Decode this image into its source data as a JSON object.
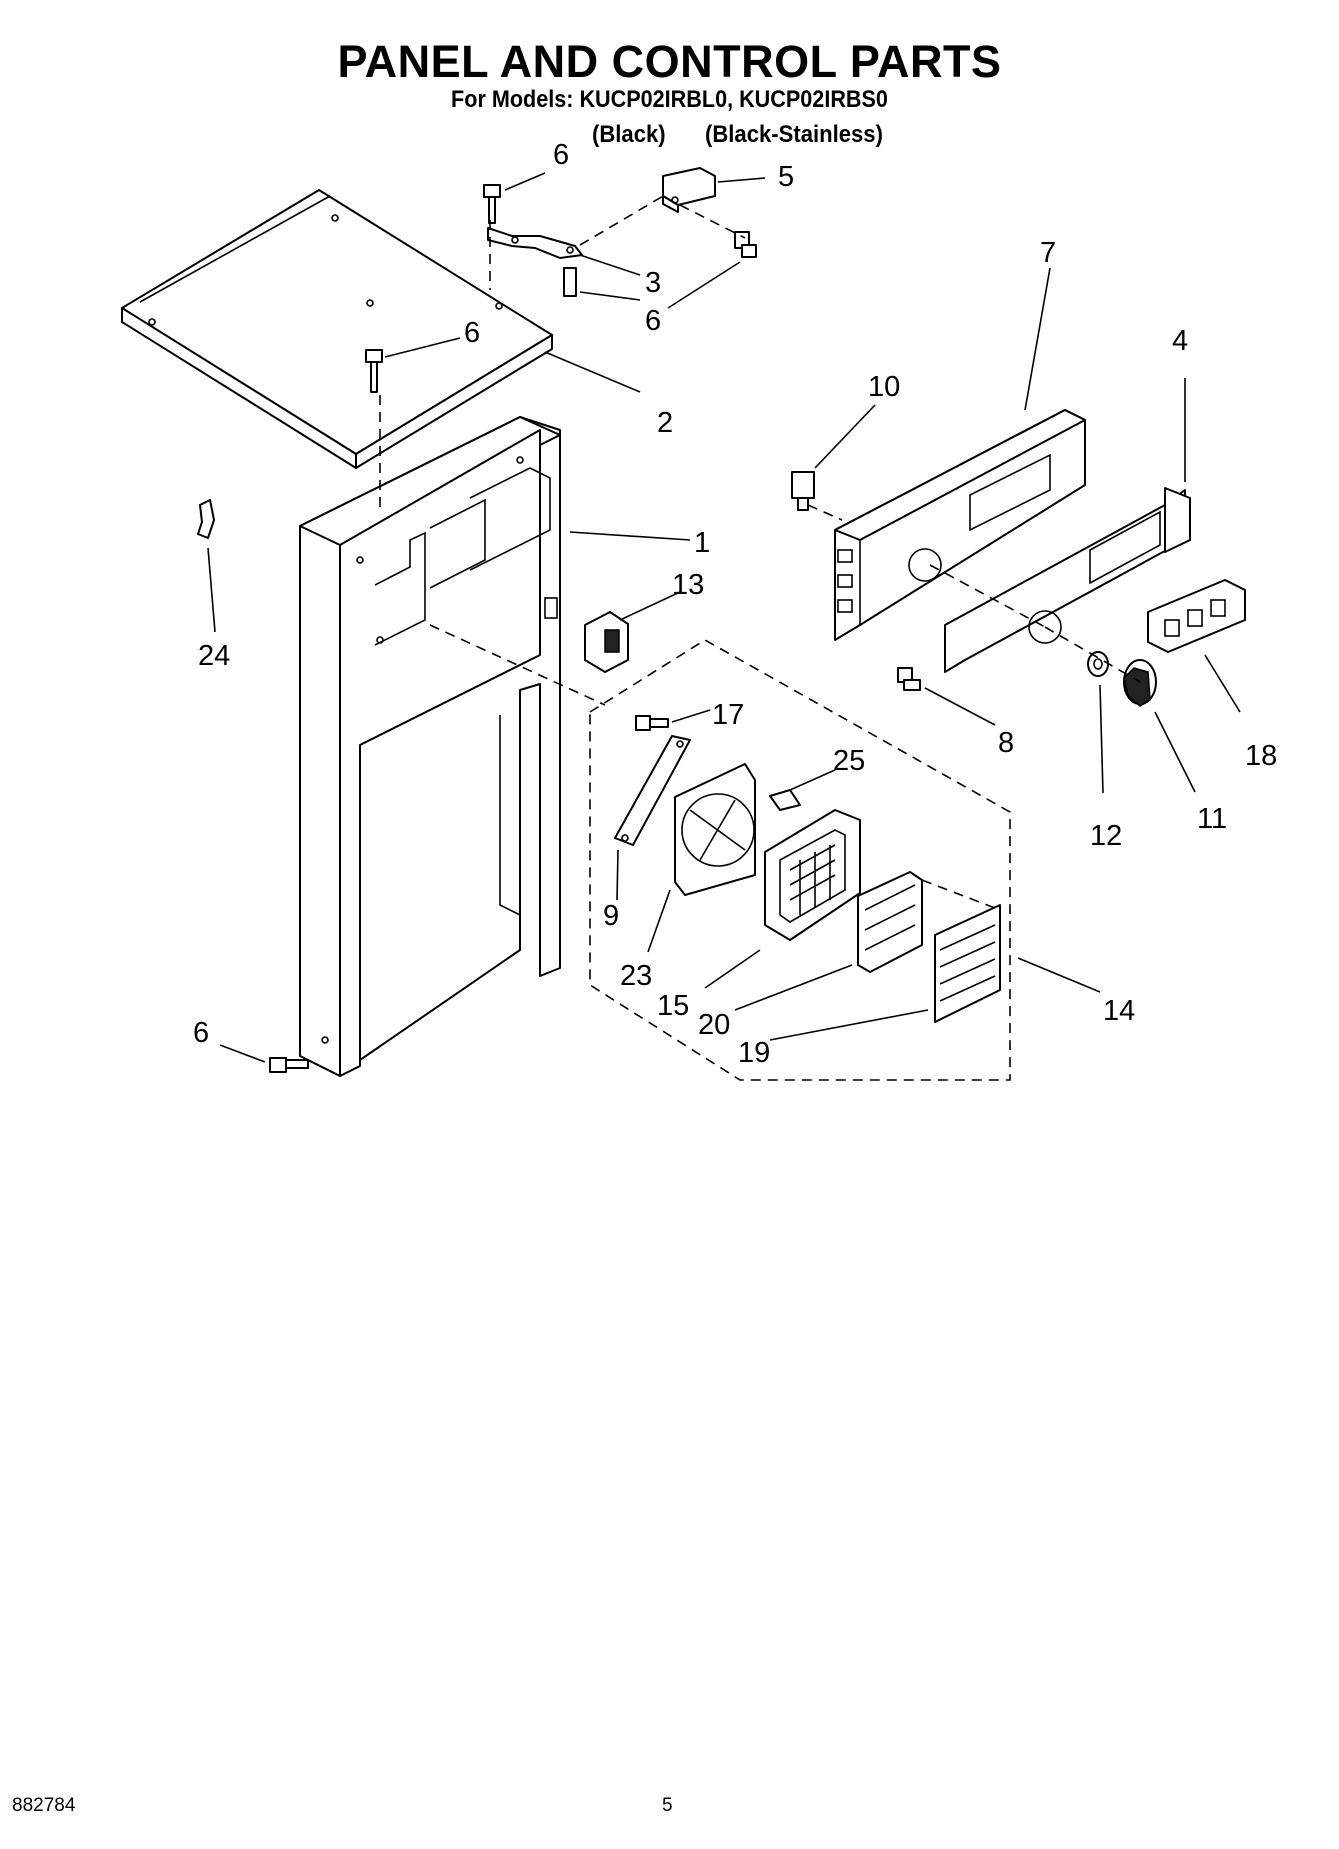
{
  "header": {
    "title": "PANEL AND CONTROL PARTS",
    "models": "For Models: KUCP02IRBL0, KUCP02IRBS0",
    "variant_black": "(Black)",
    "variant_stainless": "(Black-Stainless)"
  },
  "callouts": {
    "c1": "1",
    "c2": "2",
    "c3": "3",
    "c4": "4",
    "c5": "5",
    "c6a": "6",
    "c6b": "6",
    "c6c": "6",
    "c6d": "6",
    "c7": "7",
    "c8": "8",
    "c9": "9",
    "c10": "10",
    "c11": "11",
    "c12": "12",
    "c13": "13",
    "c14": "14",
    "c15": "15",
    "c17": "17",
    "c18": "18",
    "c19": "19",
    "c20": "20",
    "c23": "23",
    "c24": "24",
    "c25": "25"
  },
  "footer": {
    "doc_number": "882784",
    "page_number": "5"
  }
}
